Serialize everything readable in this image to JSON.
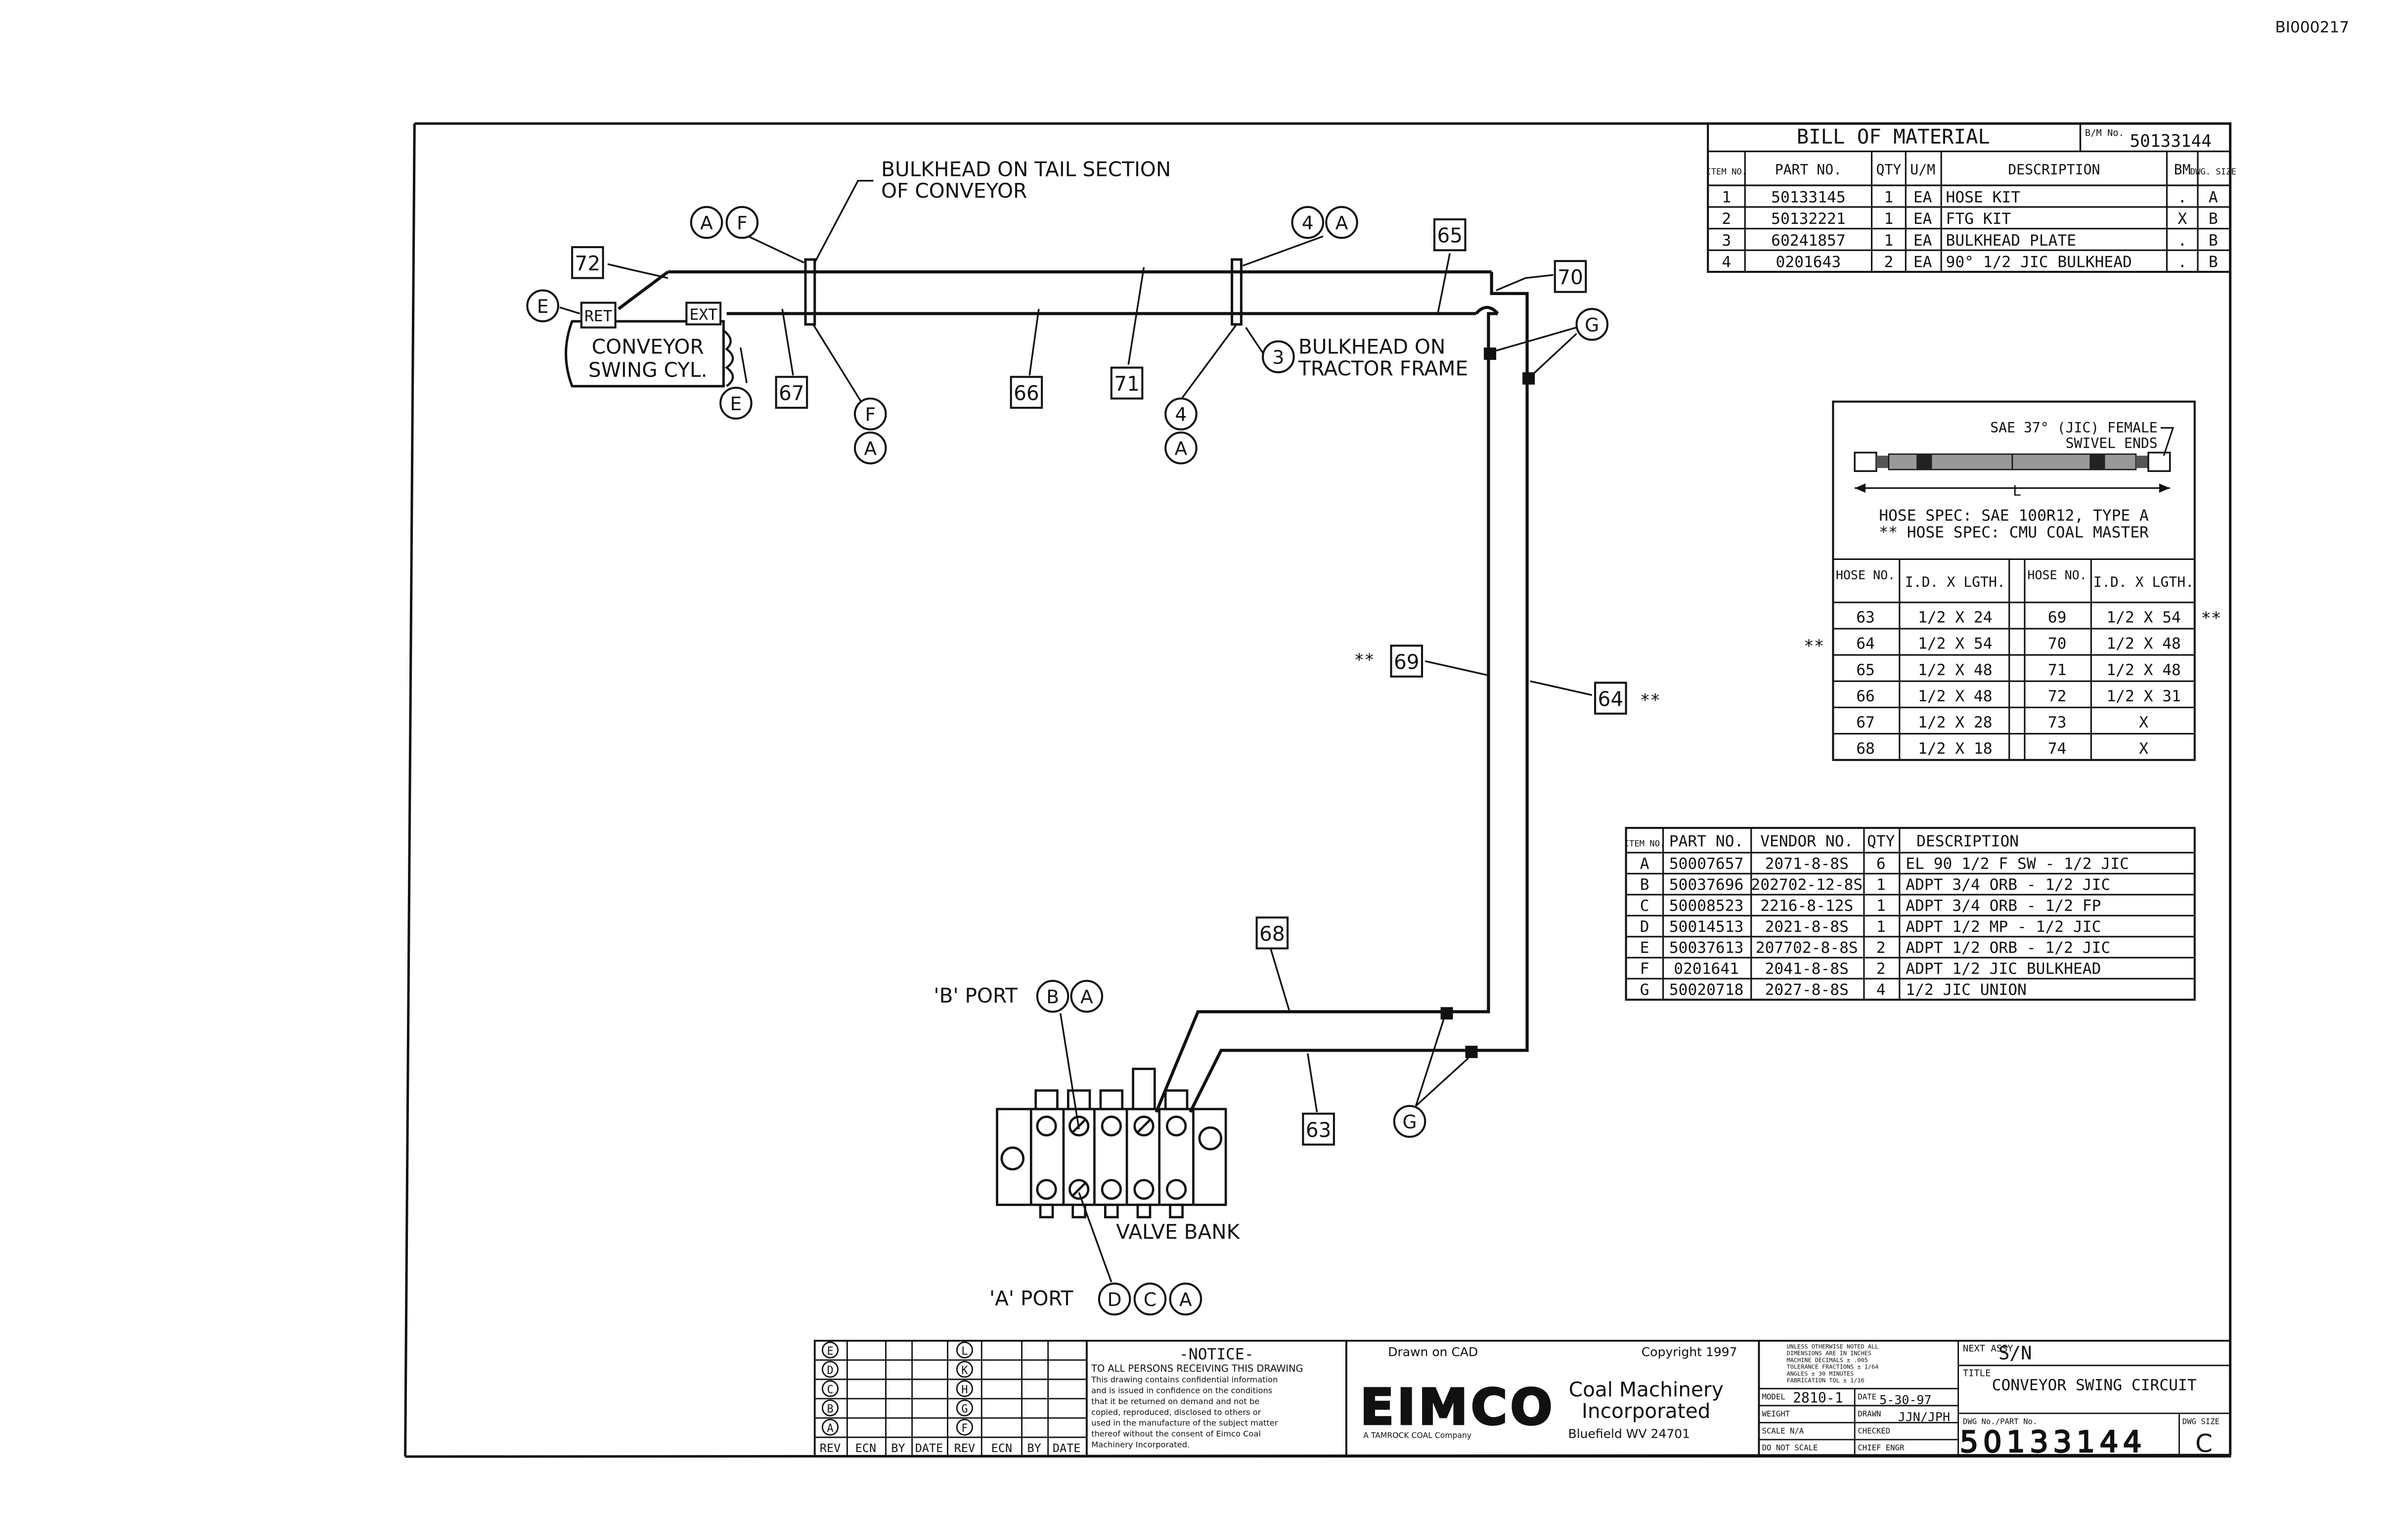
{
  "sheet_id": "BI000217",
  "labels": {
    "bulkhead_tail_1": "BULKHEAD ON TAIL SECTION",
    "bulkhead_tail_2": "OF CONVEYOR",
    "bulkhead_tractor_1": "BULKHEAD ON",
    "bulkhead_tractor_2": "TRACTOR FRAME",
    "cylinder_1": "CONVEYOR",
    "cylinder_2": "SWING CYL.",
    "ret": "RET",
    "ext": "EXT",
    "valve_bank": "VALVE BANK",
    "b_port": "'B' PORT",
    "a_port": "'A' PORT",
    "double_star": "**"
  },
  "hose_tags": [
    "72",
    "67",
    "66",
    "71",
    "65",
    "70",
    "69",
    "64",
    "68",
    "63"
  ],
  "fitting_letters": [
    "A",
    "B",
    "C",
    "D",
    "E",
    "F",
    "G"
  ],
  "bubble_numbers": [
    "3",
    "4"
  ],
  "bom": {
    "title": "BILL OF MATERIAL",
    "bm_label": "B/M No.",
    "bm_no": "50133144",
    "headers": [
      "ITEM NO.",
      "PART NO.",
      "QTY",
      "U/M",
      "DESCRIPTION",
      "BM",
      "DWG. SIZE"
    ],
    "rows": [
      [
        "1",
        "50133145",
        "1",
        "EA",
        "HOSE KIT",
        ".",
        "A"
      ],
      [
        "2",
        "50132221",
        "1",
        "EA",
        "FTG KIT",
        "X",
        "B"
      ],
      [
        "3",
        "60241857",
        "1",
        "EA",
        "BULKHEAD PLATE",
        ".",
        "B"
      ],
      [
        "4",
        "0201643",
        "2",
        "EA",
        "90° 1/2 JIC BULKHEAD",
        ".",
        "B"
      ]
    ]
  },
  "hose_spec": {
    "title_1": "SAE 37° (JIC) FEMALE",
    "title_2": "SWIVEL ENDS",
    "length_label": "L",
    "spec_1": "HOSE SPEC: SAE 100R12, TYPE A",
    "spec_2": "** HOSE SPEC: CMU COAL MASTER",
    "headers": [
      "HOSE NO.",
      "I.D. X LGTH.",
      "HOSE NO.",
      "I.D. X LGTH."
    ],
    "rows": [
      [
        "63",
        "1/2 X 24",
        "69",
        "1/2 X 54"
      ],
      [
        "64",
        "1/2 X 54",
        "70",
        "1/2 X 48"
      ],
      [
        "65",
        "1/2 X 48",
        "71",
        "1/2 X 48"
      ],
      [
        "66",
        "1/2 X 48",
        "72",
        "1/2 X 31"
      ],
      [
        "67",
        "1/2 X 28",
        "73",
        "X"
      ],
      [
        "68",
        "1/2 X 18",
        "74",
        "X"
      ]
    ]
  },
  "fittings": {
    "headers": [
      "ITEM NO.",
      "PART NO.",
      "VENDOR NO.",
      "QTY",
      "DESCRIPTION"
    ],
    "rows": [
      [
        "A",
        "50007657",
        "2071-8-8S",
        "6",
        "EL 90 1/2 F SW - 1/2 JIC"
      ],
      [
        "B",
        "50037696",
        "202702-12-8S",
        "1",
        "ADPT 3/4 ORB - 1/2 JIC"
      ],
      [
        "C",
        "50008523",
        "2216-8-12S",
        "1",
        "ADPT 3/4 ORB - 1/2 FP"
      ],
      [
        "D",
        "50014513",
        "2021-8-8S",
        "1",
        "ADPT 1/2 MP - 1/2 JIC"
      ],
      [
        "E",
        "50037613",
        "207702-8-8S",
        "2",
        "ADPT 1/2 ORB - 1/2 JIC"
      ],
      [
        "F",
        "0201641",
        "2041-8-8S",
        "2",
        "ADPT 1/2 JIC BULKHEAD"
      ],
      [
        "G",
        "50020718",
        "2027-8-8S",
        "4",
        "1/2 JIC UNION"
      ]
    ]
  },
  "revision_block": {
    "left_letters": [
      "E",
      "D",
      "C",
      "B",
      "A"
    ],
    "right_letters": [
      "L",
      "K",
      "H",
      "G",
      "F"
    ],
    "footer": [
      "REV",
      "ECN",
      "BY",
      "DATE",
      "REV",
      "ECN",
      "BY",
      "DATE"
    ]
  },
  "notice": {
    "title": "-NOTICE-",
    "lines": [
      "TO ALL PERSONS RECEIVING THIS DRAWING",
      "This drawing contains confidential information",
      "and is issued in confidence on the conditions",
      "that it be returned on demand and not be",
      "copied, reproduced, disclosed to others or",
      "used in the manufacture of the subject matter",
      "thereof without the consent of Eimco Coal",
      "Machinery Incorporated."
    ]
  },
  "company": {
    "drawn": "Drawn on CAD",
    "copyright": "Copyright 1997",
    "logo": "EIMCO",
    "name_1": "Coal Machinery",
    "name_2": "Incorporated",
    "city": "Bluefield WV 24701",
    "sub": "A TAMROCK COAL Company"
  },
  "title_block": {
    "next_assy_label": "NEXT ASSY.",
    "next_assy": "S/N",
    "title_label": "TITLE",
    "title": "CONVEYOR SWING CIRCUIT",
    "tolerance_lines": [
      "UNLESS OTHERWISE NOTED ALL",
      "DIMENSIONS ARE IN INCHES",
      "MACHINE DECIMALS ± .005",
      "TOLERANCE FRACTIONS ± 1/64",
      "ANGLES ± 30 MINUTES",
      "FABRICATION TOL ± 1/16"
    ],
    "model_label": "MODEL",
    "model": "2810-1",
    "date_label": "DATE",
    "date": "5-30-97",
    "weight_label": "WEIGHT",
    "drawn_label": "DRAWN",
    "drawn_by": "JJN/JPH",
    "scale_label": "SCALE N/A",
    "checked_label": "CHECKED",
    "donot_label": "DO NOT SCALE",
    "chief_label": "CHIEF ENGR",
    "dwg_label": "DWG No./PART No.",
    "dwg_no": "50133144",
    "size_label": "DWG SIZE",
    "size": "C"
  }
}
